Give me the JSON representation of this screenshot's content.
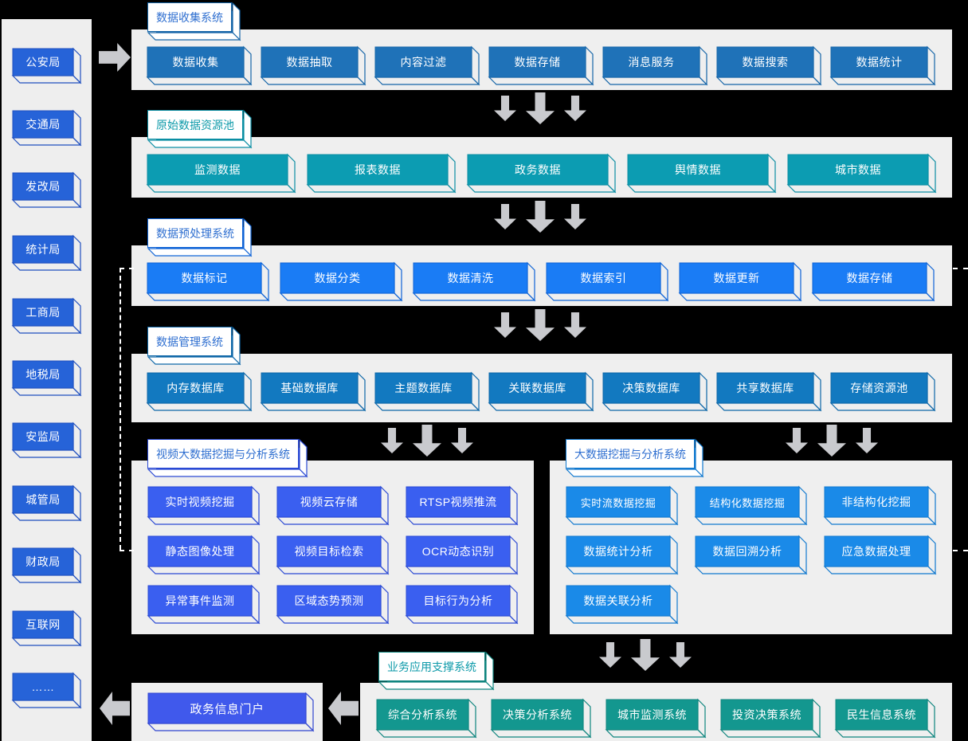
{
  "colors": {
    "agency_fill": "#2663d8",
    "agency_edge": "#1f4fbf",
    "row1_fill": "#1f72b8",
    "row1_edge": "#1565a8",
    "row2_fill": "#0c9cb2",
    "row2_edge": "#0b8ea3",
    "row3_fill": "#1a7cf5",
    "row3_edge": "#0f63d6",
    "row4_fill": "#1279c0",
    "row4_edge": "#0e67a8",
    "video_fill": "#3a5ff0",
    "video_edge": "#2a49d4",
    "mining_fill": "#1a8ae8",
    "mining_edge": "#1179cf",
    "app_fill": "#13978f",
    "app_edge": "#0e857e",
    "portal_fill": "#4059ec",
    "portal_edge": "#2f44cf",
    "panel_bg": "#efefef",
    "sidebar_bg": "#eeeeee",
    "arrow_gray": "#c9cace",
    "title_text": "#2f6fd0",
    "title_text_teal": "#0d9aa9",
    "page_bg": "#000000"
  },
  "sidebar": {
    "name": "data-source-agencies",
    "items": [
      {
        "label": "公安局"
      },
      {
        "label": "交通局"
      },
      {
        "label": "发改局"
      },
      {
        "label": "统计局"
      },
      {
        "label": "工商局"
      },
      {
        "label": "地税局"
      },
      {
        "label": "安监局"
      },
      {
        "label": "城管局"
      },
      {
        "label": "财政局"
      },
      {
        "label": "互联网"
      },
      {
        "label": "……"
      }
    ]
  },
  "layers": {
    "collection": {
      "title": "数据收集系统",
      "items": [
        {
          "label": "数据收集"
        },
        {
          "label": "数据抽取"
        },
        {
          "label": "内容过滤"
        },
        {
          "label": "数据存储"
        },
        {
          "label": "消息服务"
        },
        {
          "label": "数据搜索"
        },
        {
          "label": "数据统计"
        }
      ]
    },
    "raw_pool": {
      "title": "原始数据资源池",
      "items": [
        {
          "label": "监测数据"
        },
        {
          "label": "报表数据"
        },
        {
          "label": "政务数据"
        },
        {
          "label": "舆情数据"
        },
        {
          "label": "城市数据"
        }
      ]
    },
    "preprocess": {
      "title": "数据预处理系统",
      "items": [
        {
          "label": "数据标记"
        },
        {
          "label": "数据分类"
        },
        {
          "label": "数据清洗"
        },
        {
          "label": "数据索引"
        },
        {
          "label": "数据更新"
        },
        {
          "label": "数据存储"
        }
      ]
    },
    "management": {
      "title": "数据管理系统",
      "items": [
        {
          "label": "内存数据库"
        },
        {
          "label": "基础数据库"
        },
        {
          "label": "主题数据库"
        },
        {
          "label": "关联数据库"
        },
        {
          "label": "决策数据库"
        },
        {
          "label": "共享数据库"
        },
        {
          "label": "存储资源池"
        }
      ]
    },
    "video_mining": {
      "title": "视频大数据挖掘与分析系统",
      "items": [
        {
          "label": "实时视频挖掘"
        },
        {
          "label": "视频云存储"
        },
        {
          "label": "RTSP视频推流"
        },
        {
          "label": "静态图像处理"
        },
        {
          "label": "视频目标检索"
        },
        {
          "label": "OCR动态识别"
        },
        {
          "label": "异常事件监测"
        },
        {
          "label": "区域态势预测"
        },
        {
          "label": "目标行为分析"
        }
      ]
    },
    "data_mining": {
      "title": "大数据挖掘与分析系统",
      "items": [
        {
          "label": "实时流数据挖掘"
        },
        {
          "label": "结构化数据挖掘"
        },
        {
          "label": "非结构化挖掘"
        },
        {
          "label": "数据统计分析"
        },
        {
          "label": "数据回溯分析"
        },
        {
          "label": "应急数据处理"
        },
        {
          "label": "数据关联分析"
        }
      ]
    },
    "app_support": {
      "title": "业务应用支撑系统",
      "items": [
        {
          "label": "综合分析系统"
        },
        {
          "label": "决策分析系统"
        },
        {
          "label": "城市监测系统"
        },
        {
          "label": "投资决策系统"
        },
        {
          "label": "民生信息系统"
        }
      ]
    },
    "portal": {
      "label": "政务信息门户"
    }
  },
  "flow_arrows": {
    "ingest": "arrow-right",
    "between_layers": "arrow-down",
    "to_portal": "arrow-left"
  }
}
